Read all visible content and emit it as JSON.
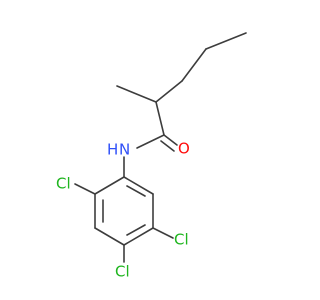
{
  "molecule": {
    "atoms": {
      "nitrogen": {
        "symbol": "N",
        "hydrogen": "H"
      },
      "oxygen": {
        "symbol": "O"
      },
      "chlorine_2": {
        "symbol": "Cl"
      },
      "chlorine_4": {
        "symbol": "Cl"
      },
      "chlorine_5": {
        "symbol": "Cl"
      }
    },
    "colors": {
      "bond": "#3d3d3d",
      "nitrogen": "#3050f8",
      "oxygen": "#ff0d0d",
      "chlorine": "#1fb51f"
    }
  }
}
